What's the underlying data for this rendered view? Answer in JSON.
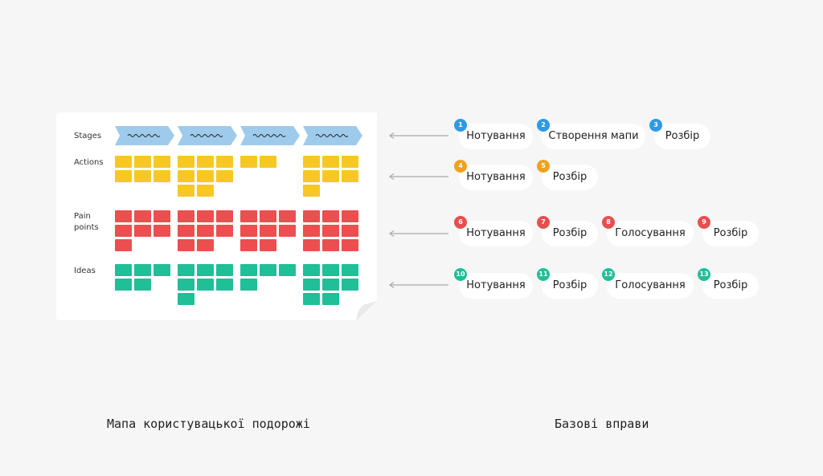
{
  "colors": {
    "stage": "#9ecbeb",
    "action": "#f7c823",
    "pain": "#eb4f4f",
    "idea": "#1fbf98",
    "badge_blue": "#2e9ae6",
    "badge_orange": "#f2a11c",
    "badge_red": "#e74f4f",
    "badge_green": "#1fbf98"
  },
  "map": {
    "row_labels": {
      "stages": "Stages",
      "actions": "Actions",
      "pain_points": "Pain\npoints",
      "ideas": "Ideas"
    }
  },
  "exercises": {
    "row1": [
      {
        "num": "1",
        "label": "Нотування"
      },
      {
        "num": "2",
        "label": "Створення мапи"
      },
      {
        "num": "3",
        "label": "Розбір"
      }
    ],
    "row2": [
      {
        "num": "4",
        "label": "Нотування"
      },
      {
        "num": "5",
        "label": "Розбір"
      }
    ],
    "row3": [
      {
        "num": "6",
        "label": "Нотування"
      },
      {
        "num": "7",
        "label": "Розбір"
      },
      {
        "num": "8",
        "label": "Голосування"
      },
      {
        "num": "9",
        "label": "Розбір"
      }
    ],
    "row4": [
      {
        "num": "10",
        "label": "Нотування"
      },
      {
        "num": "11",
        "label": "Розбір"
      },
      {
        "num": "12",
        "label": "Голосування"
      },
      {
        "num": "13",
        "label": "Розбір"
      }
    ]
  },
  "captions": {
    "left": "Мапа користувацької подорожі",
    "right": "Базові вправи"
  }
}
